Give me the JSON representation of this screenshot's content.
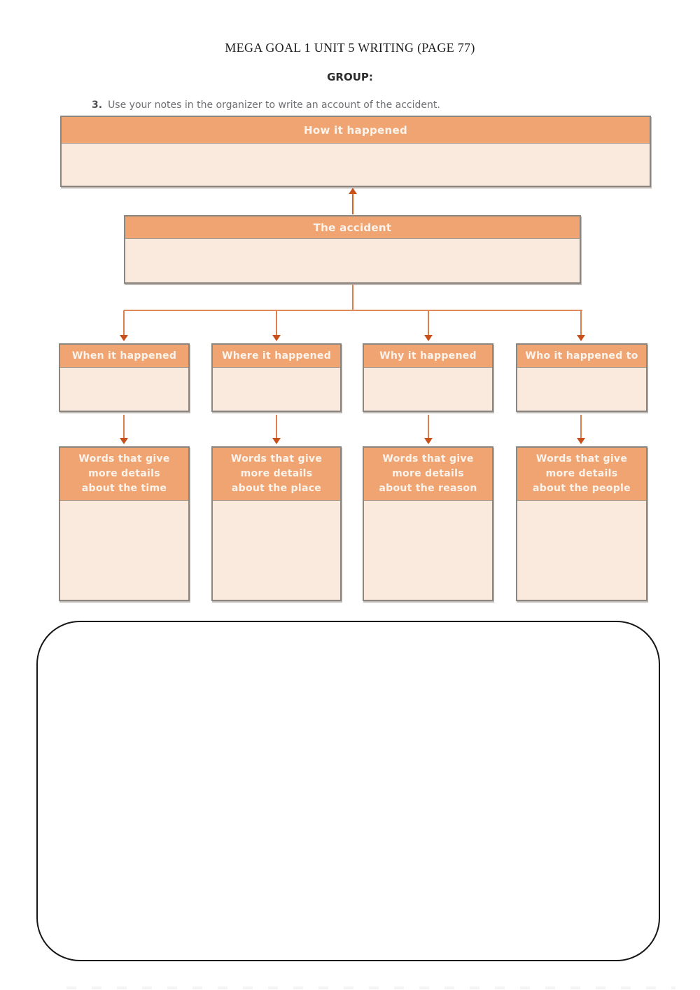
{
  "page": {
    "title": "MEGA GOAL 1 UNIT 5 WRITING (PAGE 77)",
    "group_label": "GROUP:",
    "instruction_number": "3.",
    "instruction_text": "Use your notes in the organizer to write an account of the accident."
  },
  "organizer": {
    "top_box": {
      "title": "How it happened",
      "value": ""
    },
    "accident_box": {
      "title": "The accident",
      "value": ""
    },
    "category_boxes": [
      {
        "title": "When it happened",
        "value": ""
      },
      {
        "title": "Where it happened",
        "value": ""
      },
      {
        "title": "Why it happened",
        "value": ""
      },
      {
        "title": "Who it happened to",
        "value": ""
      }
    ],
    "detail_boxes": [
      {
        "title_lines": [
          "Words that give",
          "more details",
          "about the time"
        ],
        "value": ""
      },
      {
        "title_lines": [
          "Words that give",
          "more details",
          "about the place"
        ],
        "value": ""
      },
      {
        "title_lines": [
          "Words that give",
          "more details",
          "about the reason"
        ],
        "value": ""
      },
      {
        "title_lines": [
          "Words that give",
          "more details",
          "about the people"
        ],
        "value": ""
      }
    ]
  },
  "writing_area": {
    "value": ""
  },
  "colors": {
    "header_fill": "#efa472",
    "body_fill": "#faeadd",
    "box_border": "#8b867f",
    "connector_line": "#dd7f4d",
    "arrowhead": "#c8501a",
    "writing_border": "#161616"
  }
}
